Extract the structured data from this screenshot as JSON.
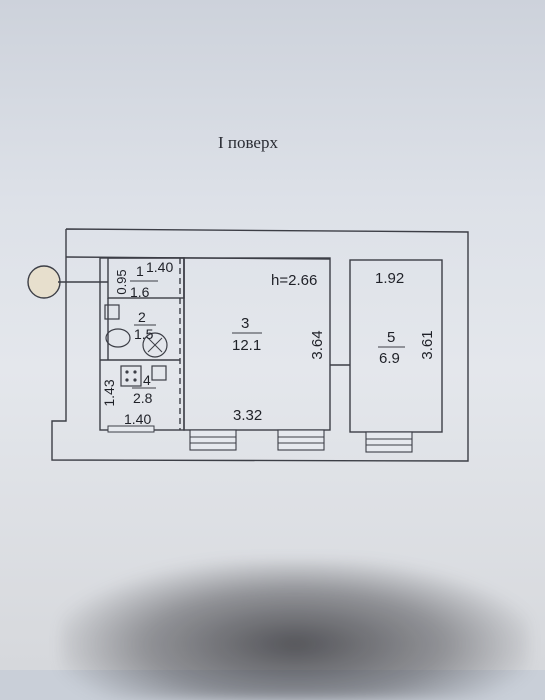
{
  "title": "I поверх",
  "labels": {
    "room1_num": "1",
    "room1_width": "1.40",
    "room1_height": "0.95",
    "room1_area": "1.6",
    "room2_num": "2",
    "room2_area": "1.5",
    "room3_num": "3",
    "room3_area": "12.1",
    "room3_height": "h=2.66",
    "room3_depth": "3.64",
    "room3_width": "3.32",
    "room4_num": "4",
    "room4_area": "2.8",
    "room4_depth": "1.43",
    "room4_width": "1.40",
    "room5_num": "5",
    "room5_area": "6.9",
    "room5_width": "1.92",
    "room5_depth": "3.61"
  }
}
